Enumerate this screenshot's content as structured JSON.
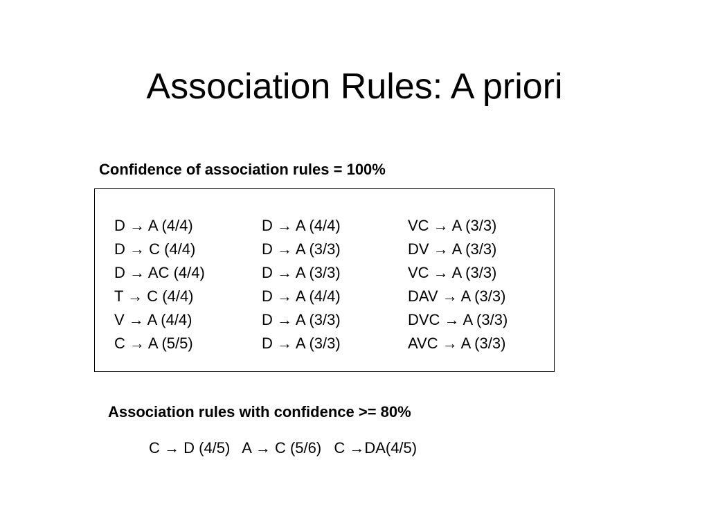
{
  "title": "Association Rules: A priori",
  "section_100": {
    "heading": "Confidence of association rules = 100%",
    "columns": [
      [
        "D → A (4/4)",
        "D → C (4/4)",
        "D → AC (4/4)",
        "T → C (4/4)",
        "V → A (4/4)",
        "C → A (5/5)"
      ],
      [
        "D → A (4/4)",
        "D → A (3/3)",
        "D → A (3/3)",
        "D → A (4/4)",
        "D → A (3/3)",
        "D → A (3/3)"
      ],
      [
        "VC → A (3/3)",
        "DV → A (3/3)",
        "VC → A (3/3)",
        "DAV → A (3/3)",
        "DVC → A (3/3)",
        "AVC → A (3/3)"
      ]
    ]
  },
  "section_80": {
    "heading": "Association rules with confidence >= 80%",
    "rules": [
      "C → D (4/5)",
      "A → C (5/6)",
      "C →DA(4/5)"
    ]
  }
}
